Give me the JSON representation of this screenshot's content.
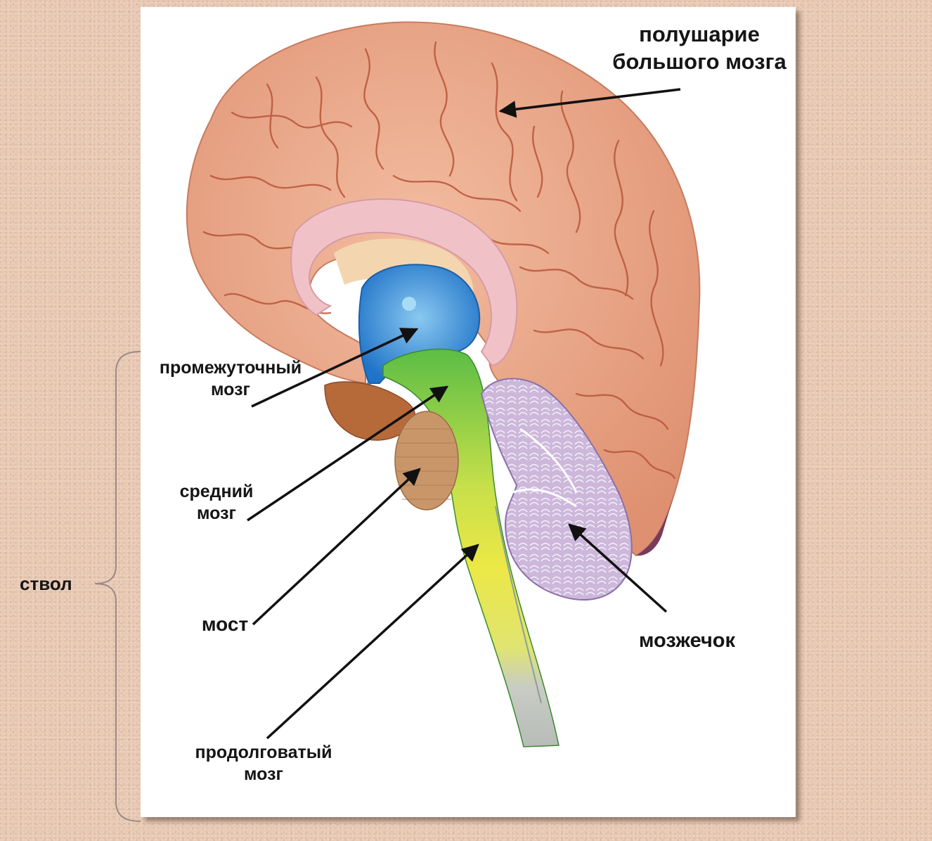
{
  "colors": {
    "background": "#e8c9b4",
    "cerebrum": "#e8a688",
    "gyri_lines": "#b8563a",
    "corpus_callosum": "#f1c4c8",
    "diencephalon": "#2f8ad8",
    "midbrain": "#6cc04a",
    "pons": "#c9966a",
    "medulla": "#e8e64a",
    "spinal_cord": "#c8ccc4",
    "cerebellum": "#c8b4d8",
    "arrow": "#111111"
  },
  "labels": {
    "hemisphere": [
      "полушарие",
      "большого мозга"
    ],
    "diencephalon": [
      "промежуточный",
      "мозг"
    ],
    "midbrain": [
      "средний",
      "мозг"
    ],
    "pons": [
      "мост"
    ],
    "cerebellum": [
      "мозжечок"
    ],
    "medulla": [
      "продолговатый",
      "мозг"
    ],
    "brainstem": "ствол"
  }
}
